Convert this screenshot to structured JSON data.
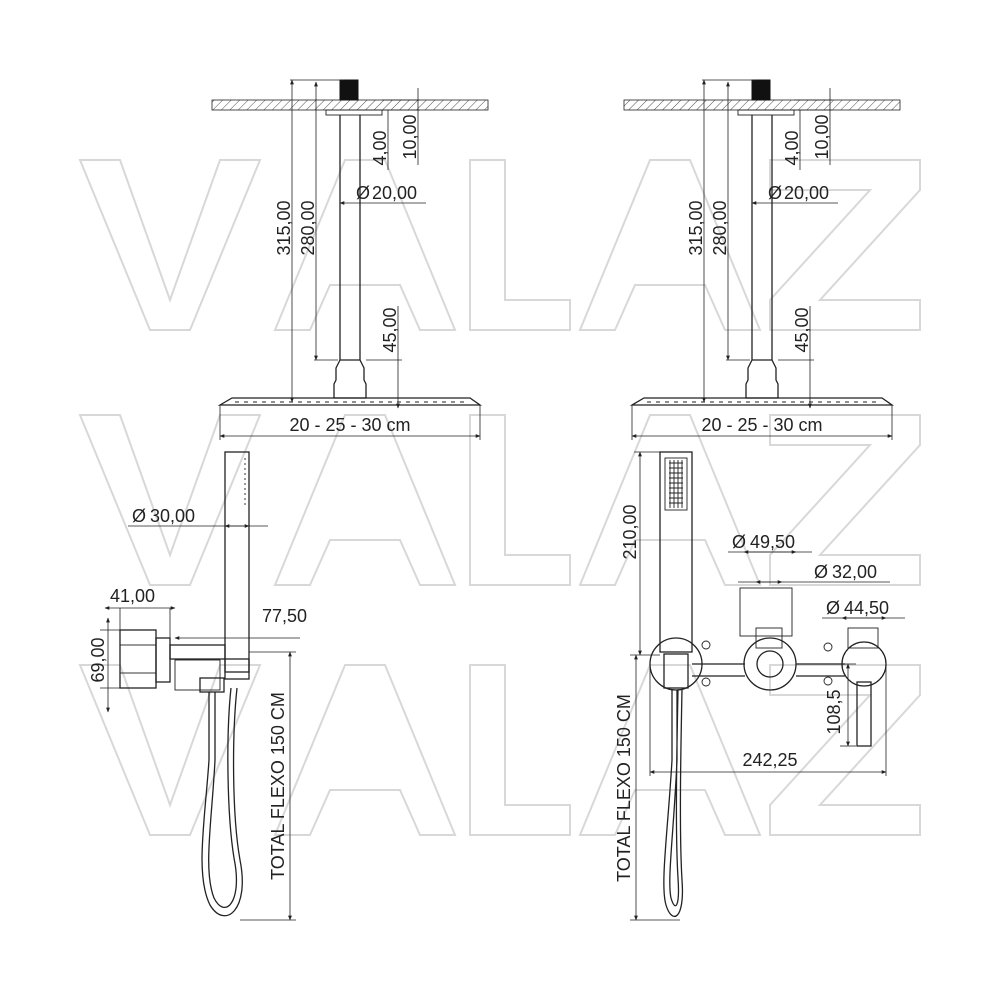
{
  "watermark": {
    "text": "VALAZ"
  },
  "left_view": {
    "dims": {
      "d315": "315,00",
      "d280": "280,00",
      "d4": "4,00",
      "d10": "10,00",
      "dia20": "20,00",
      "d45": "45,00",
      "head_size": "20 - 25 - 30 cm",
      "dia30": "30,00",
      "d41": "41,00",
      "d69": "69,00",
      "d77_5": "77,50",
      "flexo": "TOTAL FLEXO 150 CM"
    }
  },
  "right_view": {
    "dims": {
      "d315": "315,00",
      "d280": "280,00",
      "d4": "4,00",
      "d10": "10,00",
      "dia20": "20,00",
      "d45": "45,00",
      "head_size": "20 - 25 - 30 cm",
      "d210": "210,00",
      "dia49_5": "49,50",
      "dia32": "32,00",
      "dia44_5": "44,50",
      "d108_5": "108,5",
      "d242_25": "242,25",
      "flexo": "TOTAL FLEXO 150 CM"
    }
  },
  "symbols": {
    "diameter": "Ø"
  }
}
